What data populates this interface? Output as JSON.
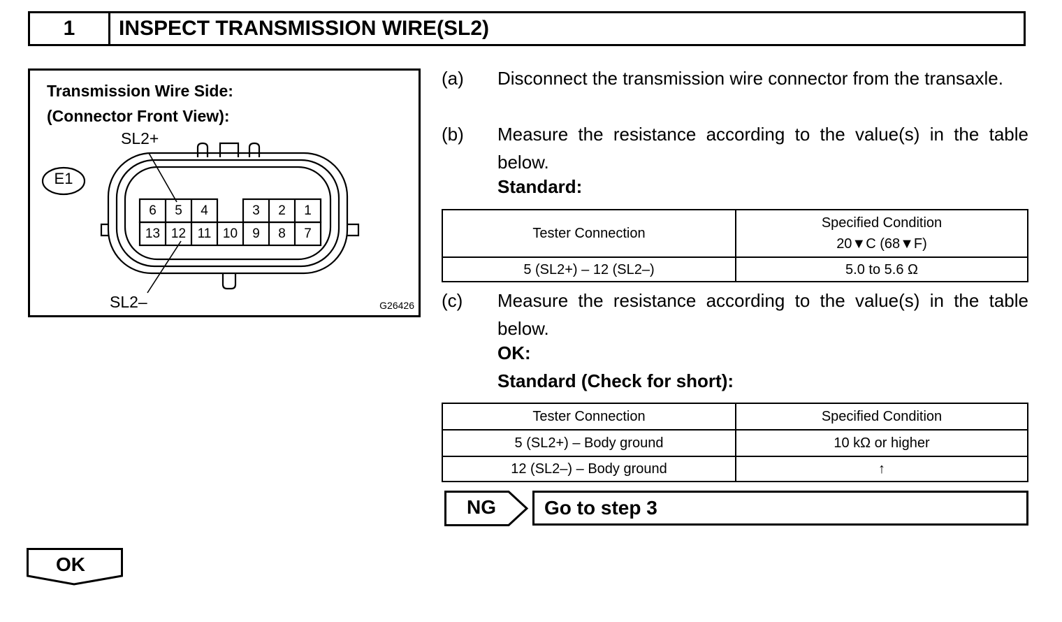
{
  "header": {
    "step_number": "1",
    "title": "INSPECT TRANSMISSION WIRE(SL2)"
  },
  "figure": {
    "caption_line1": "Transmission Wire Side:",
    "caption_line2": "(Connector Front View):",
    "connector_id": "E1",
    "label_top": "SL2+",
    "label_bottom": "SL2–",
    "figure_code": "G26426",
    "pins_top": [
      "6",
      "5",
      "4",
      "3",
      "2",
      "1"
    ],
    "pins_bottom": [
      "13",
      "12",
      "11",
      "10",
      "9",
      "8",
      "7"
    ]
  },
  "steps": {
    "a": {
      "label": "(a)",
      "text": "Disconnect the transmission wire connector from the transaxle."
    },
    "b": {
      "label": "(b)",
      "text": "Measure the resistance according to the value(s) in the table below.",
      "standard": "Standard:"
    },
    "c": {
      "label": "(c)",
      "text": "Measure the resistance according to the value(s) in the table below.",
      "ok": "OK:",
      "standard": "Standard (Check for short):"
    }
  },
  "table1": {
    "headers": [
      "Tester Connection",
      "Specified Condition",
      "20▼C (68▼F)"
    ],
    "rows": [
      [
        "5 (SL2+) – 12 (SL2–)",
        "5.0 to 5.6 Ω"
      ]
    ]
  },
  "table2": {
    "headers": [
      "Tester Connection",
      "Specified Condition"
    ],
    "rows": [
      [
        "5 (SL2+) – Body ground",
        "10 kΩ or higher"
      ],
      [
        "12 (SL2–) – Body ground",
        "↑"
      ]
    ]
  },
  "result": {
    "ng_label": "NG",
    "ng_action": "Go to step 3",
    "ok_label": "OK"
  }
}
